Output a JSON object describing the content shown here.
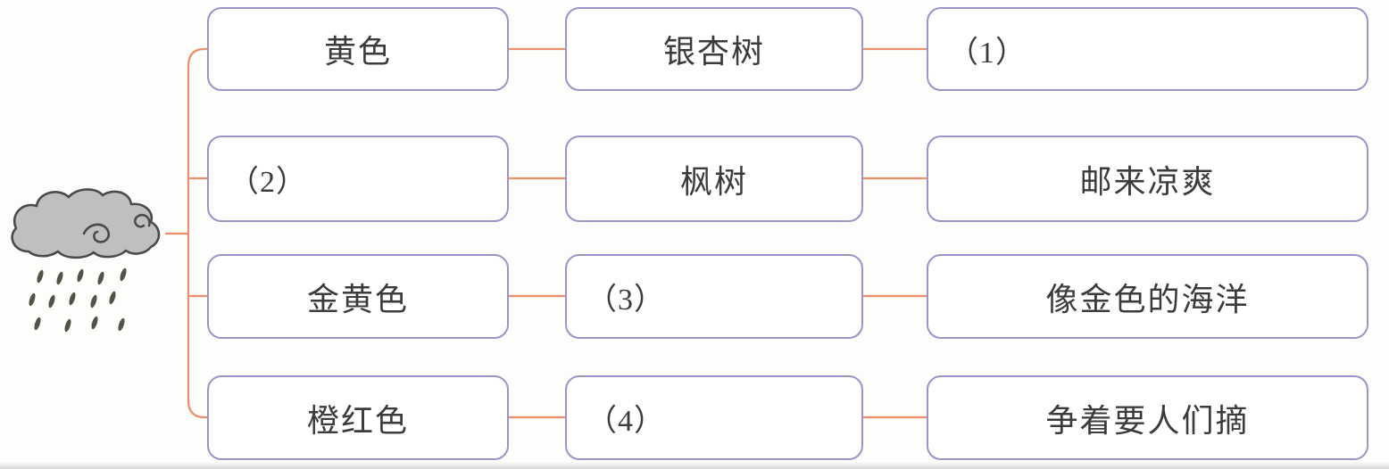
{
  "diagram": {
    "title_hint": "秋天的雨 mind map (rain cloud concept map)",
    "root": {
      "icon": "rain-cloud"
    },
    "rows": [
      {
        "cells": [
          {
            "text": "黄色"
          },
          {
            "text": "银杏树"
          },
          {
            "text": "（1）"
          }
        ]
      },
      {
        "cells": [
          {
            "text": "（2）"
          },
          {
            "text": "枫树"
          },
          {
            "text": "邮来凉爽"
          }
        ]
      },
      {
        "cells": [
          {
            "text": "金黄色"
          },
          {
            "text": "（3）"
          },
          {
            "text": "像金色的海洋"
          }
        ]
      },
      {
        "cells": [
          {
            "text": "橙红色"
          },
          {
            "text": "（4）"
          },
          {
            "text": "争着要人们摘"
          }
        ]
      }
    ],
    "colors": {
      "box_border": "#9a94c8",
      "connector": "#ea8e6c",
      "text": "#3b3b3b",
      "cloud_fill": "#bfbfbf",
      "cloud_outline": "#4a4a4a",
      "rain": "#4f5449",
      "background": "#fdfdfb"
    }
  }
}
